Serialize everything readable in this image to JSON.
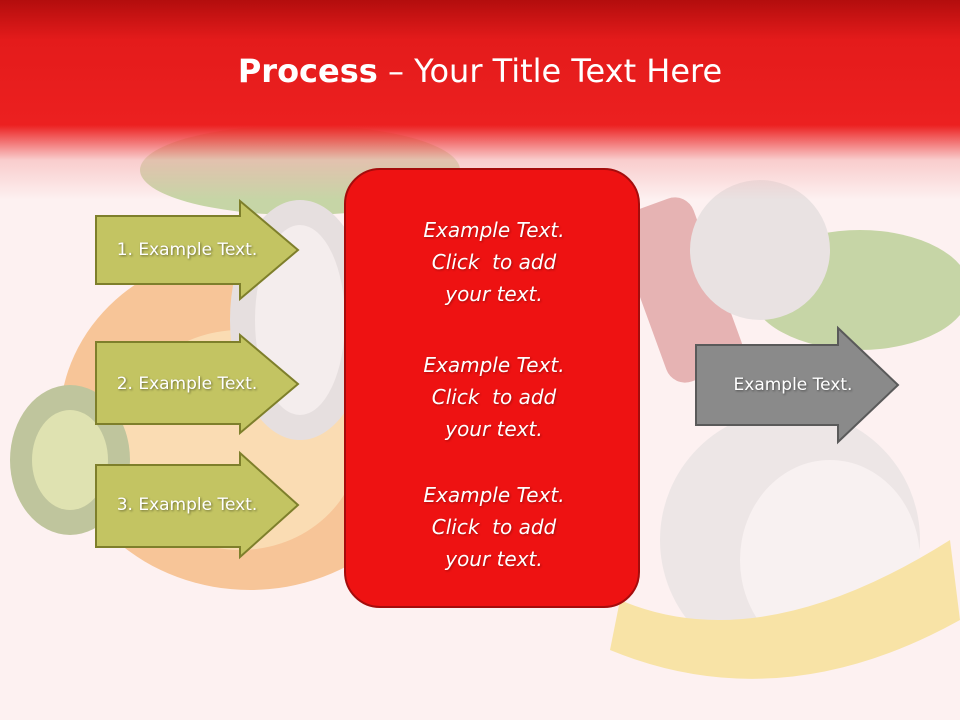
{
  "title": {
    "bold": "Process",
    "rest": " – Your Title Text Here"
  },
  "left_steps": [
    "1. Example Text.",
    "2. Example Text.",
    "3. Example Text."
  ],
  "center_items": [
    {
      "line1": "Example Text.",
      "line2": "Click  to add",
      "line3": "your text."
    },
    {
      "line1": "Example Text.",
      "line2": "Click  to add",
      "line3": "your text."
    },
    {
      "line1": "Example Text.",
      "line2": "Click  to add",
      "line3": "your text."
    }
  ],
  "right_arrow": "Example Text.",
  "colors": {
    "header_red": "#e41b1b",
    "center_box": "#ee1212",
    "step_arrow_fill": "#c3c462",
    "step_arrow_border": "#7e7f2b",
    "result_arrow_fill": "#8a8a8a",
    "result_arrow_border": "#5a5a5a"
  },
  "background_image": "fitness-fruit-dumbbell-tape-measure"
}
